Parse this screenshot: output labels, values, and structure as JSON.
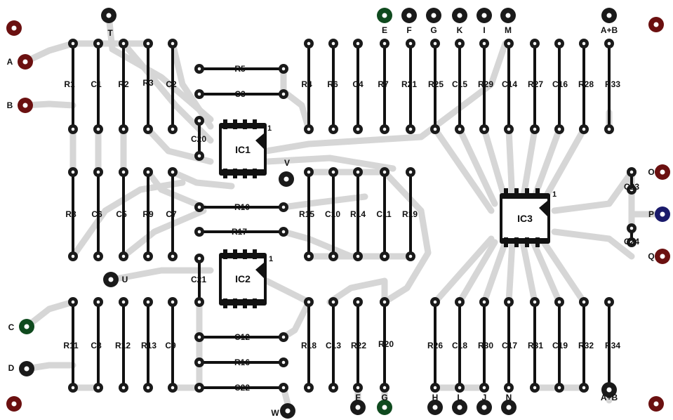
{
  "colors": {
    "background": "#ffffff",
    "trace": "#d6d6d6",
    "pad": "#1a1a1a",
    "pad_red": "#6b1010",
    "pad_green": "#0f4a1e",
    "pad_blue": "#1a1a6b",
    "text": "#111111"
  },
  "ics": {
    "ic1": {
      "label": "IC1",
      "pin1": "1"
    },
    "ic2": {
      "label": "IC2",
      "pin1": "1"
    },
    "ic3": {
      "label": "IC3",
      "pin1": "1"
    }
  },
  "connectors": {
    "A": "A",
    "B": "B",
    "C": "C",
    "D": "D",
    "T": "T",
    "U": "U",
    "V": "V",
    "W": "W",
    "E": "E",
    "F": "F",
    "G": "G",
    "H": "H",
    "I": "I",
    "J": "J",
    "K": "K",
    "L": "L",
    "M": "M",
    "N": "N",
    "O": "O",
    "P": "P",
    "Q": "Q",
    "ApB_top": "A+B",
    "ApB_bottom": "A+B"
  },
  "components": {
    "R1": "R1",
    "C1": "C1",
    "R2": "R2",
    "R3": "R3",
    "C2": "C2",
    "R5": "R5",
    "C3": "C3",
    "C20": "C20",
    "R4": "R4",
    "R6": "R6",
    "C4": "C4",
    "R7": "R7",
    "R21": "R21",
    "R25": "R25",
    "C15": "C15",
    "R29": "R29",
    "C14": "C14",
    "R27": "R27",
    "C16": "C16",
    "R28": "R28",
    "R33": "R33",
    "R8": "R8",
    "C6": "C6",
    "C5": "C5",
    "R9": "R9",
    "C7": "C7",
    "R10": "R10",
    "R17": "R17",
    "R15": "R15",
    "C10": "C10",
    "R14": "R14",
    "C11": "C11",
    "R19": "R19",
    "C23": "C23",
    "C24": "C24",
    "C21": "C21",
    "R11": "R11",
    "C8": "C8",
    "R12": "R12",
    "R13": "R13",
    "C9": "C9",
    "C12": "C12",
    "R16": "R16",
    "C22": "C22",
    "R18": "R18",
    "C13": "C13",
    "R22": "R22",
    "R20": "R20",
    "R26": "R26",
    "C18": "C18",
    "R30": "R30",
    "C17": "C17",
    "R31": "R31",
    "C19": "C19",
    "R32": "R32",
    "R34": "R34"
  }
}
